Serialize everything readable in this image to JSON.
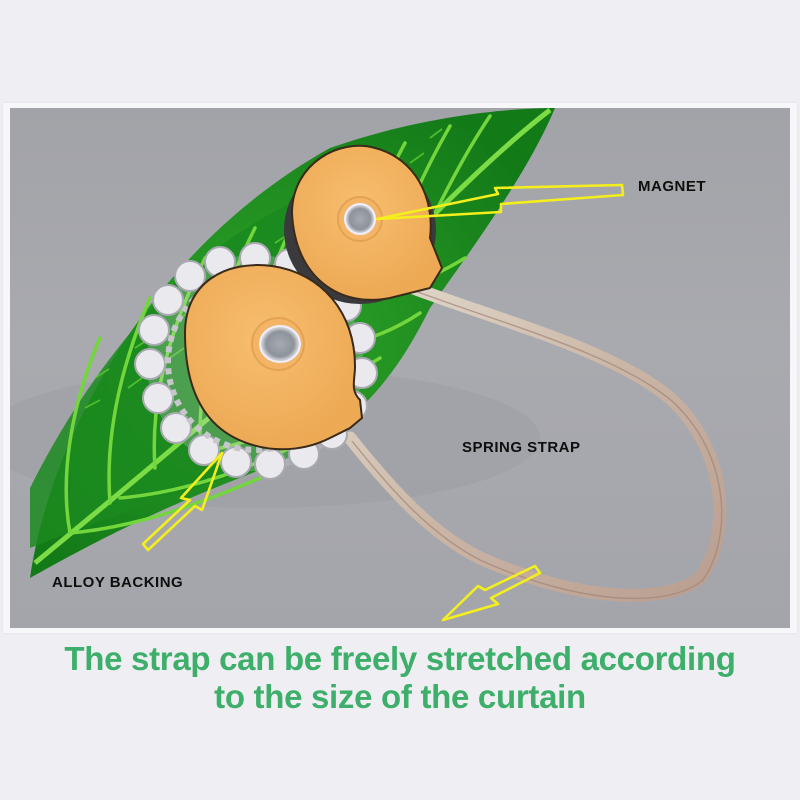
{
  "photo": {
    "subject": "magnetic curtain tieback with leaf background",
    "background_color": "#a8a9ae",
    "leaf_colors": {
      "dark": "#1a8a1e",
      "vein": "#6fd43a"
    },
    "magnet_face_color": "#f2b363",
    "strap_color": "#c9b3a3",
    "arrow_color": "#f5f21a"
  },
  "annotations": {
    "magnet": "MAGNET",
    "spring_strap": "SPRING STRAP",
    "alloy_backing": "ALLOY BACKING"
  },
  "caption": {
    "line1": "The strap can be freely stretched according",
    "line2": "to the size of the curtain",
    "color": "#3daf6b"
  }
}
